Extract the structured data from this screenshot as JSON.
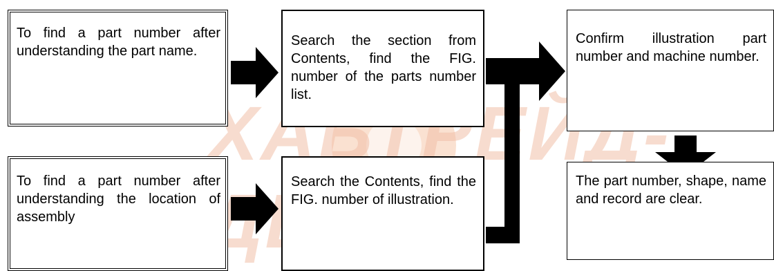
{
  "watermark": {
    "text": "ХАБТРЕЙД-ДВ"
  },
  "boxes": {
    "find_by_name": "To find a part number after understanding the part name.",
    "search_section": "Search the section from Contents, find the FIG. number of the parts number list.",
    "confirm": "Confirm illustration part number and machine number.",
    "find_by_location": "To find a part number after understanding the location of assembly",
    "search_contents": "Search the Contents, find the FIG. number of illustration.",
    "result": "The part number, shape, name and record are clear."
  }
}
